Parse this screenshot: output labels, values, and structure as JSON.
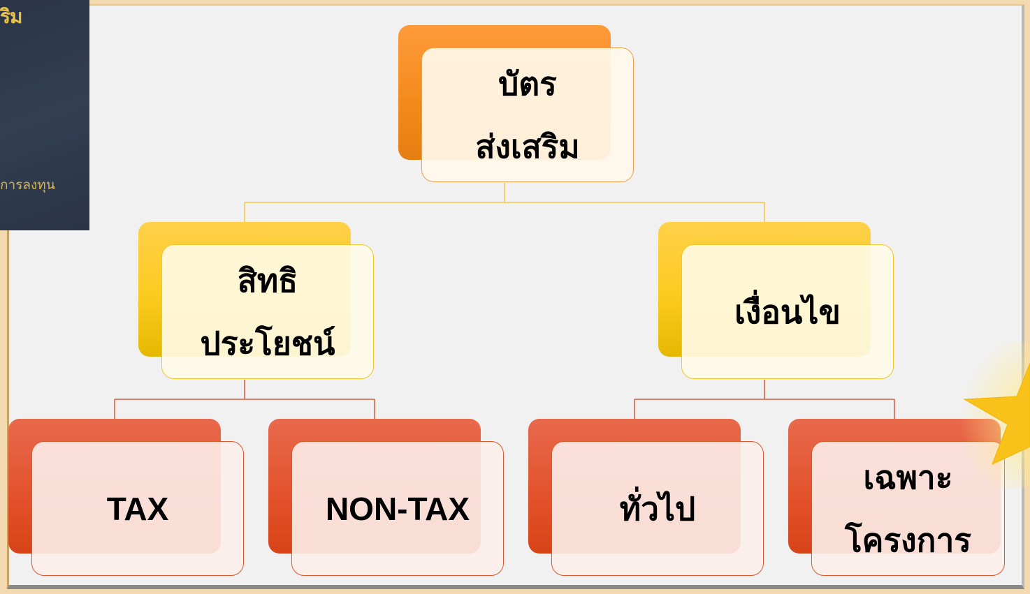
{
  "cover": {
    "top_text": "ริม",
    "bottom_text": "การลงทุน"
  },
  "root": {
    "line1": "บัตร",
    "line2": "ส่งเสริม"
  },
  "level1": [
    {
      "line1": "สิทธิ",
      "line2": "ประโยชน์"
    },
    {
      "line1": "เงื่อนไข"
    }
  ],
  "level2": [
    {
      "line1": "TAX"
    },
    {
      "line1": "NON-TAX"
    },
    {
      "line1": "ทั่วไป"
    },
    {
      "line1": "เฉพาะ",
      "line2": "โครงการ"
    }
  ],
  "colors": {
    "root": "#f28a1a",
    "level1": "#fccb20",
    "level2": "#e2512a",
    "connector1": "#f5c542",
    "connector2": "#d9583a",
    "star": "#f9c21a"
  },
  "decor": {
    "star_icon": "star-icon"
  }
}
